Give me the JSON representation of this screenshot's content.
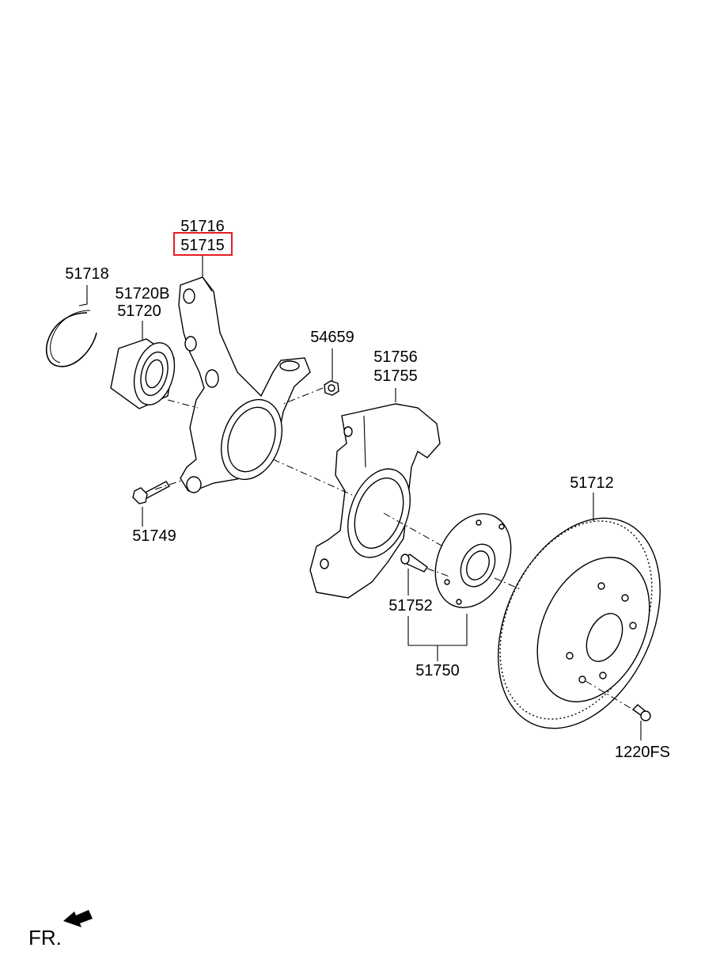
{
  "labels": {
    "p51716": "51716",
    "p51715": "51715",
    "p51718": "51718",
    "p51720b": "51720B",
    "p51720": "51720",
    "p54659": "54659",
    "p51756": "51756",
    "p51755": "51755",
    "p51712": "51712",
    "p51749": "51749",
    "p51752": "51752",
    "p51750": "51750",
    "p1220fs": "1220FS"
  },
  "direction_label": "FR.",
  "highlight_color": "#e31e24"
}
